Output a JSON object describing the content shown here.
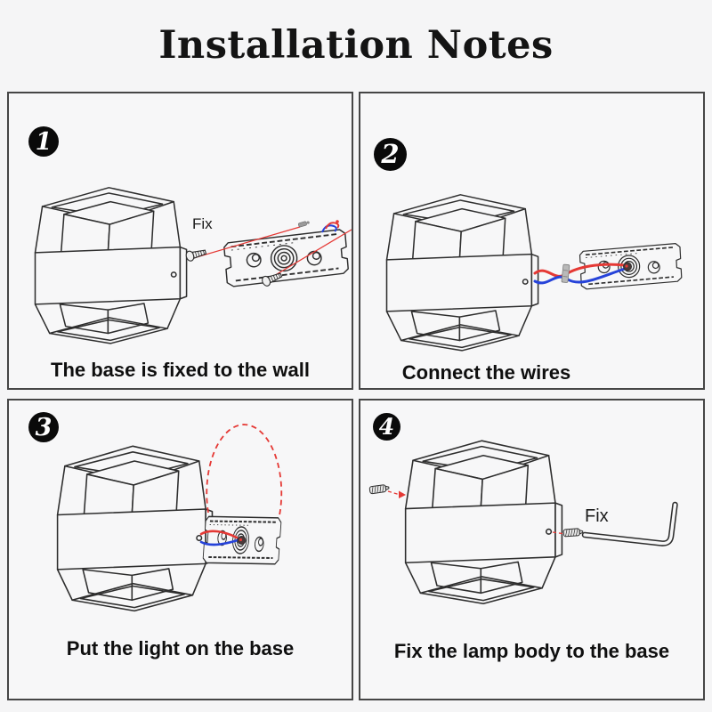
{
  "header": {
    "title": "Installation Notes"
  },
  "colors": {
    "background": "#f5f5f6",
    "panel_fill": "#f7f7f8",
    "panel_border": "#464646",
    "drawing_line": "#2e2e2e",
    "wire_red": "#e53935",
    "wire_blue": "#2643d9",
    "text": "#0f0f0f",
    "badge_fill": "#0a0a0a"
  },
  "steps": [
    {
      "number": "1",
      "caption": "The base is fixed to the wall",
      "fix_label": "Fix"
    },
    {
      "number": "2",
      "caption": "Connect the wires"
    },
    {
      "number": "3",
      "caption": "Put the light on the base"
    },
    {
      "number": "4",
      "caption": "Fix the lamp body to the base",
      "fix_label": "Fix"
    }
  ],
  "illustrations": [
    "wall-lamp-line-drawing",
    "mounting-base-plate",
    "mounting-screws",
    "wall-anchor",
    "red-wire",
    "blue-wire",
    "wire-connector",
    "rotation-dashed-arc",
    "set-screws",
    "allen-wrench"
  ]
}
